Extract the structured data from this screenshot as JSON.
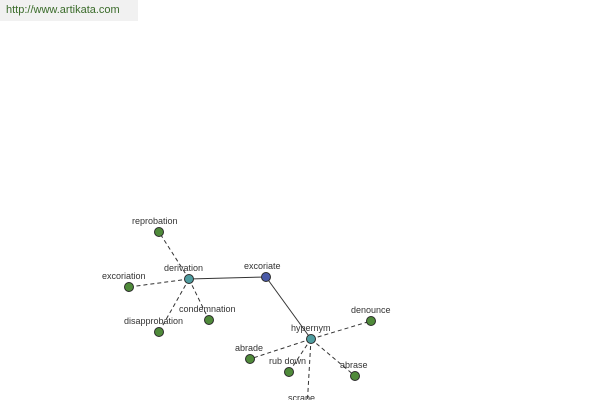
{
  "header": {
    "url": "http://www.artikata.com"
  },
  "colors": {
    "center": "#4a5aa8",
    "hub": "#4f9da0",
    "leaf": "#4f8a3a",
    "edge": "#333333"
  },
  "graph": {
    "nodes": [
      {
        "id": "excoriate",
        "label": "excoriate",
        "kind": "center"
      },
      {
        "id": "derivation",
        "label": "derivation",
        "kind": "hub"
      },
      {
        "id": "hypernym",
        "label": "hypernym",
        "kind": "hub"
      },
      {
        "id": "reprobation",
        "label": "reprobation",
        "kind": "leaf"
      },
      {
        "id": "excoriation",
        "label": "excoriation",
        "kind": "leaf"
      },
      {
        "id": "disapprobation",
        "label": "disapprobation",
        "kind": "leaf"
      },
      {
        "id": "condemnation",
        "label": "condemnation",
        "kind": "leaf"
      },
      {
        "id": "denounce",
        "label": "denounce",
        "kind": "leaf"
      },
      {
        "id": "abrade",
        "label": "abrade",
        "kind": "leaf"
      },
      {
        "id": "rub-down",
        "label": "rub down",
        "kind": "leaf"
      },
      {
        "id": "abrase",
        "label": "abrase",
        "kind": "leaf"
      },
      {
        "id": "scrape",
        "label": "scrape",
        "kind": "leaf"
      }
    ],
    "edges": [
      {
        "from": "excoriate",
        "to": "derivation",
        "style": "solid"
      },
      {
        "from": "excoriate",
        "to": "hypernym",
        "style": "solid"
      },
      {
        "from": "derivation",
        "to": "reprobation",
        "style": "dashed"
      },
      {
        "from": "derivation",
        "to": "excoriation",
        "style": "dashed"
      },
      {
        "from": "derivation",
        "to": "disapprobation",
        "style": "dashed"
      },
      {
        "from": "derivation",
        "to": "condemnation",
        "style": "dashed"
      },
      {
        "from": "hypernym",
        "to": "denounce",
        "style": "dashed"
      },
      {
        "from": "hypernym",
        "to": "abrade",
        "style": "dashed"
      },
      {
        "from": "hypernym",
        "to": "rub-down",
        "style": "dashed"
      },
      {
        "from": "hypernym",
        "to": "abrase",
        "style": "dashed"
      },
      {
        "from": "hypernym",
        "to": "scrape",
        "style": "dashed"
      }
    ]
  }
}
